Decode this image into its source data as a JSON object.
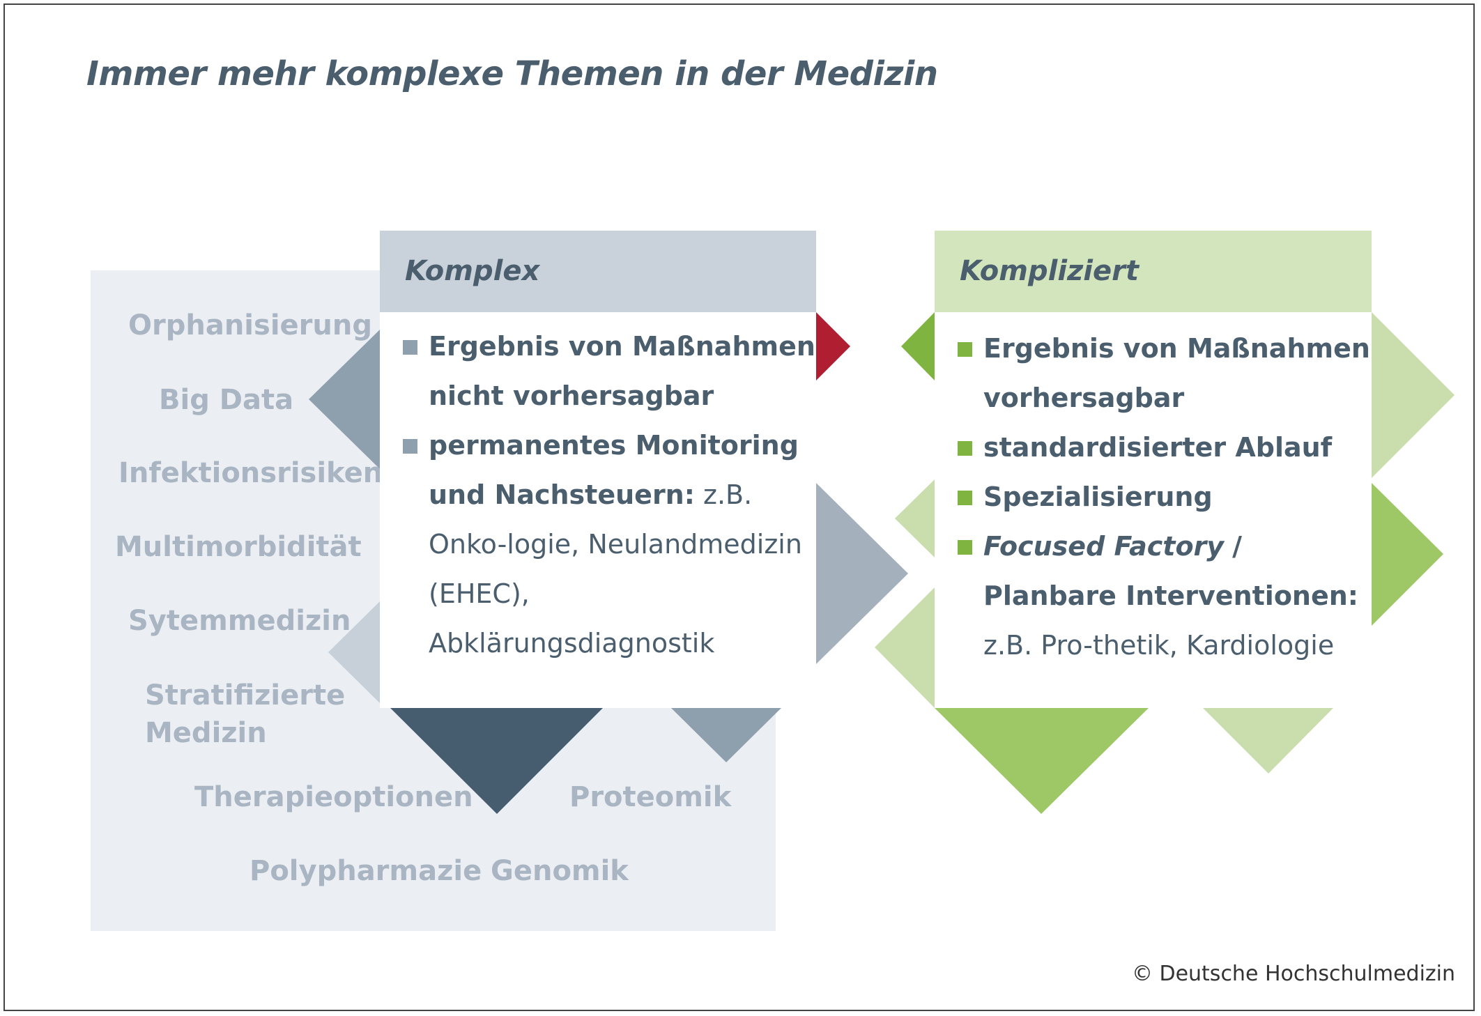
{
  "title": "Immer mehr komplexe Themen in der Medizin",
  "colors": {
    "frame_border": "#444444",
    "title_text": "#4a5e6e",
    "topic_panel": "#ebeef2",
    "topic_text": "#a9b5c2",
    "komplex_header": "#c9d1da",
    "kompliziert_header": "#d3e5bd",
    "slate_dark": "#465c6f",
    "slate_mid": "#8e9fae",
    "slate_light": "#c7d0d9",
    "red_accent": "#b01f31",
    "green_dark": "#7fb441",
    "green_mid": "#9ec766",
    "green_light": "#c9deac"
  },
  "topics": [
    "Orphanisierung",
    "Big Data",
    "Infektionsrisiken",
    "Multimorbidität",
    "Sytemmedizin",
    "Stratifizierte Medizin",
    "Therapieoptionen",
    "Proteomik",
    "Polypharmazie",
    "Genomik"
  ],
  "komplex": {
    "heading": "Komplex",
    "points": [
      {
        "bold": "Ergebnis von Maßnahmen nicht vorhersagbar",
        "normal": ""
      },
      {
        "bold": "permanentes Monitoring und Nachsteuern:",
        "normal": "z.B. Onko-logie, Neulandmedizin (EHEC), Abklärungsdiagnostik"
      }
    ]
  },
  "kompliziert": {
    "heading": "Kompliziert",
    "points": [
      {
        "bold": "Ergebnis von Maßnahmen vorhersagbar",
        "normal": ""
      },
      {
        "bold": "standardisierter Ablauf",
        "normal": ""
      },
      {
        "bold": "Spezialisierung",
        "normal": ""
      },
      {
        "italic": "Focused Factory",
        "bold": "/ Planbare Interventionen:",
        "normal": "z.B. Pro-thetik, Kardiologie"
      }
    ]
  },
  "credit": "© Deutsche Hochschulmedizin"
}
